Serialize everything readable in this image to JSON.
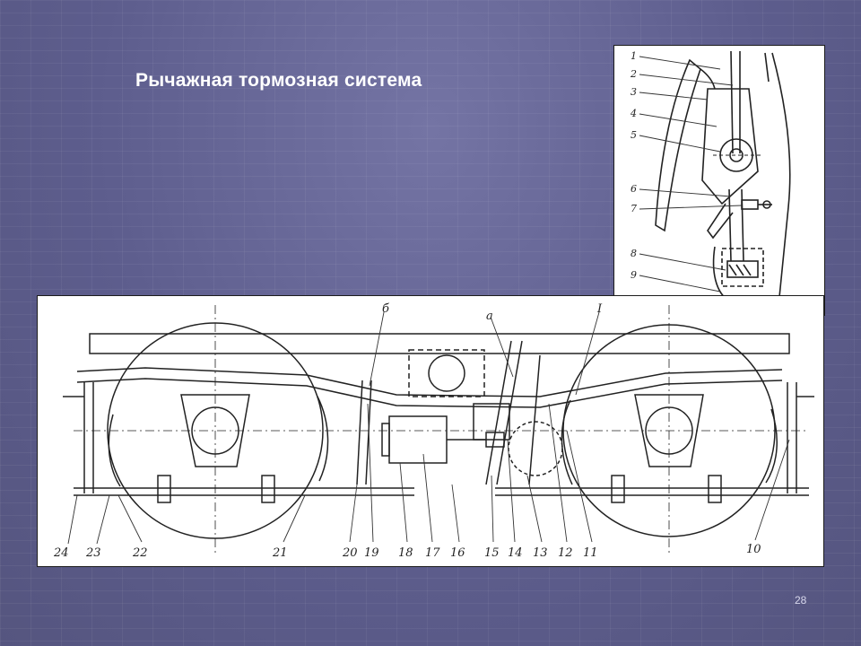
{
  "slide": {
    "title": "Рычажная тормозная система",
    "page_number": "28"
  },
  "detail_diagram": {
    "callouts": [
      "1",
      "2",
      "3",
      "4",
      "5",
      "6",
      "7",
      "8",
      "9"
    ]
  },
  "main_diagram": {
    "top_labels": [
      "б",
      "а",
      "I"
    ],
    "bottom_labels": [
      "24",
      "23",
      "22",
      "21",
      "20",
      "19",
      "18",
      "17",
      "16",
      "15",
      "14",
      "13",
      "12",
      "11",
      "10"
    ]
  }
}
